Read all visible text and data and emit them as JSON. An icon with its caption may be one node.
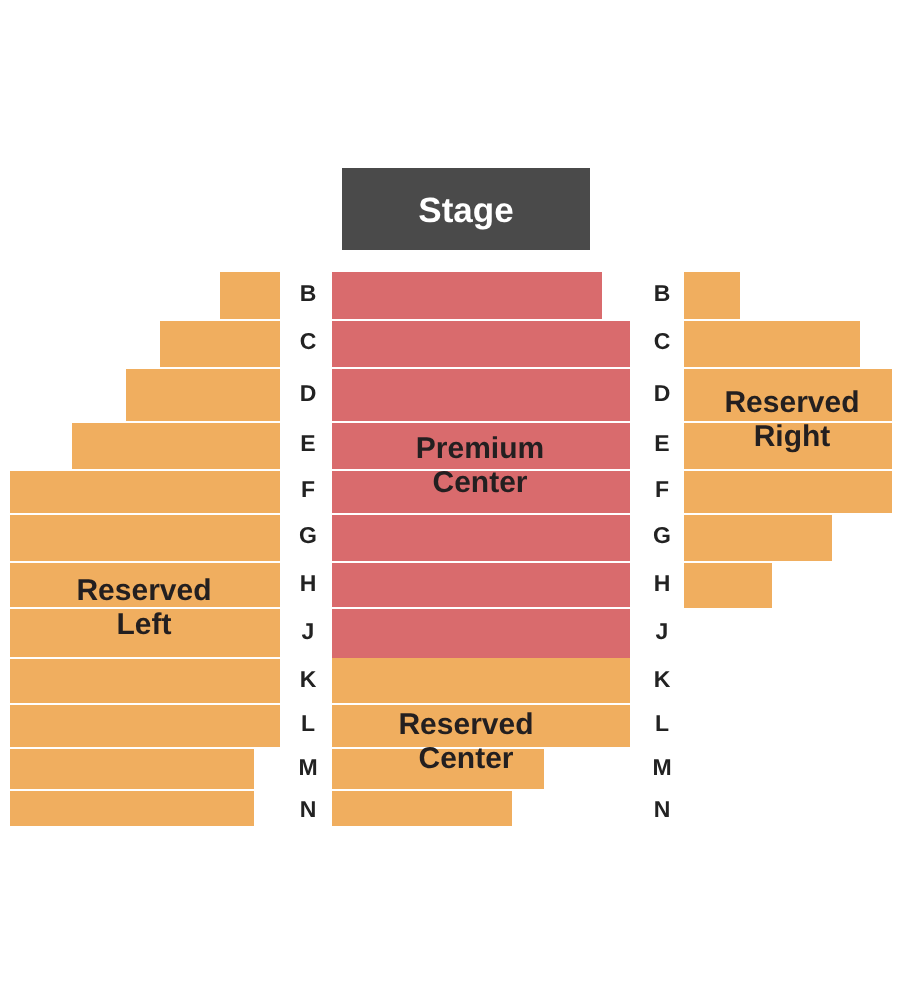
{
  "diagram": {
    "nodes": [
      {
        "text": [
          "Stage"
        ]
      },
      {
        "text": [
          "Reserved Left"
        ]
      },
      {
        "text": [
          "Premium Center"
        ]
      },
      {
        "text": [
          "Reserved Right"
        ]
      },
      {
        "text": [
          "Reserved Center"
        ]
      }
    ],
    "labels": [
      "B",
      "B",
      "C",
      "C",
      "D",
      "D",
      "E",
      "E",
      "F",
      "F",
      "G",
      "G",
      "H",
      "H",
      "J",
      "J",
      "K",
      "K",
      "L",
      "L",
      "M",
      "M",
      "N",
      "N"
    ]
  }
}
